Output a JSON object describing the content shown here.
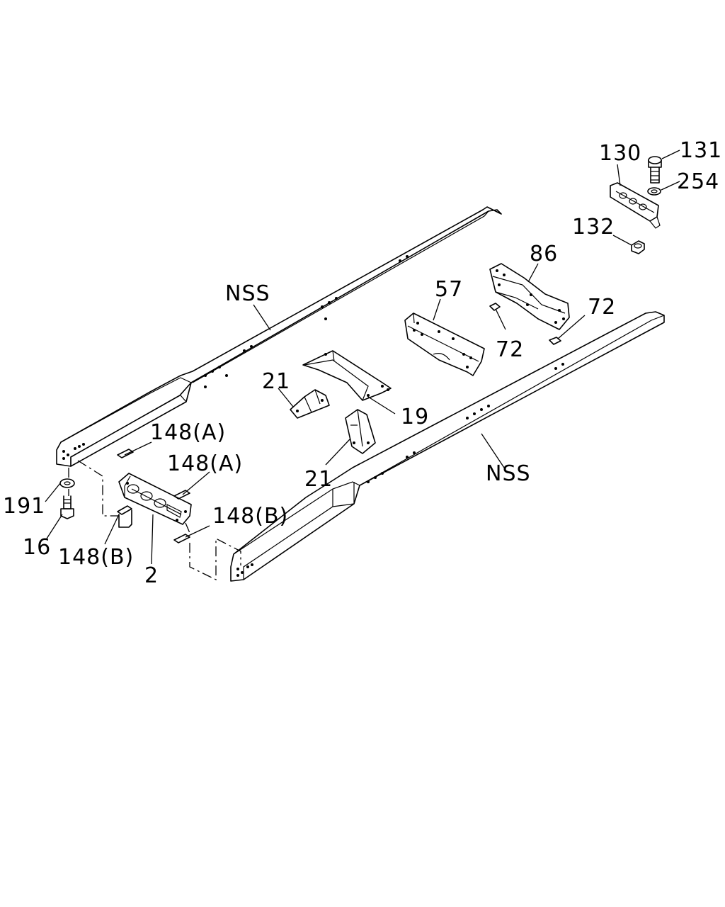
{
  "labels": {
    "nss_left": "NSS",
    "nss_right": "NSS",
    "p130": "130",
    "p131": "131",
    "p254": "254",
    "p132": "132",
    "p86": "86",
    "p57": "57",
    "p72a": "72",
    "p72b": "72",
    "p21a": "21",
    "p21b": "21",
    "p19": "19",
    "p148a1": "148(A)",
    "p148a2": "148(A)",
    "p148b1": "148(B)",
    "p148b2": "148(B)",
    "p191": "191",
    "p16": "16",
    "p2": "2"
  }
}
